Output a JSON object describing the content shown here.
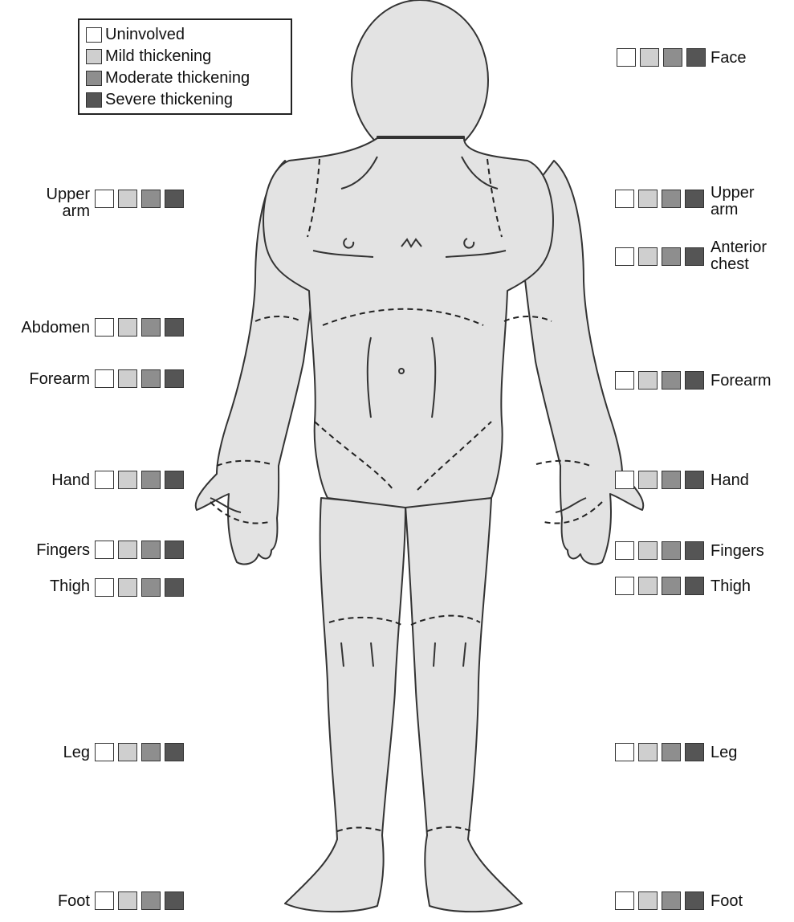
{
  "legend": {
    "items": [
      {
        "label": "Uninvolved",
        "color": "#ffffff"
      },
      {
        "label": "Mild thickening",
        "color": "#cfcfcf"
      },
      {
        "label": "Moderate thickening",
        "color": "#8e8e8e"
      },
      {
        "label": "Severe thickening",
        "color": "#555555"
      }
    ]
  },
  "severity_colors": [
    "#ffffff",
    "#cfcfcf",
    "#8e8e8e",
    "#555555"
  ],
  "body_figure": {
    "icon": "human-body-front-outline-icon",
    "fill": "#e3e3e3",
    "stroke": "#333333"
  },
  "left_regions": [
    {
      "label": "Upper\narm"
    },
    {
      "label": "Abdomen"
    },
    {
      "label": "Forearm"
    },
    {
      "label": "Hand"
    },
    {
      "label": "Fingers"
    },
    {
      "label": "Thigh"
    },
    {
      "label": "Leg"
    },
    {
      "label": "Foot"
    }
  ],
  "right_regions": [
    {
      "label": "Face"
    },
    {
      "label": "Upper\narm"
    },
    {
      "label": "Anterior\nchest"
    },
    {
      "label": "Forearm"
    },
    {
      "label": "Hand"
    },
    {
      "label": "Fingers"
    },
    {
      "label": "Thigh"
    },
    {
      "label": "Leg"
    },
    {
      "label": "Foot"
    }
  ]
}
